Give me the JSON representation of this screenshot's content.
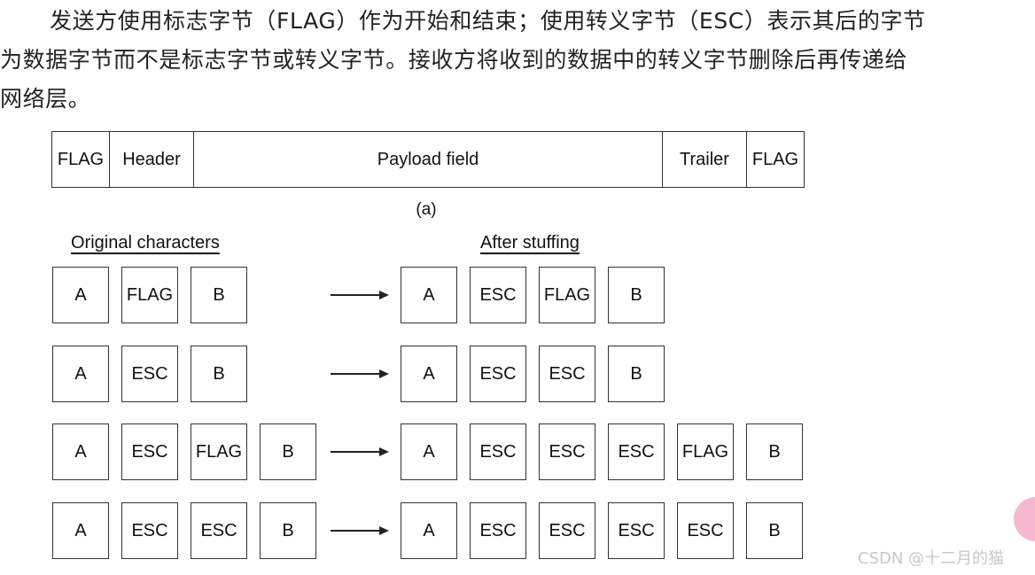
{
  "paragraph": {
    "line1": "发送方使用标志字节（FLAG）作为开始和结束；使用转义字节（ESC）表示其后的字节",
    "line2": "为数据字节而不是标志字节或转义字节。接收方将收到的数据中的转义字节删除后再传递给",
    "line3": "网络层。"
  },
  "frame": {
    "fields": [
      "FLAG",
      "Header",
      "Payload field",
      "Trailer",
      "FLAG"
    ],
    "caption": "(a)"
  },
  "columns": {
    "original": "Original characters",
    "after": "After stuffing"
  },
  "rows": [
    {
      "original": [
        "A",
        "FLAG",
        "B"
      ],
      "stuffed": [
        "A",
        "ESC",
        "FLAG",
        "B"
      ]
    },
    {
      "original": [
        "A",
        "ESC",
        "B"
      ],
      "stuffed": [
        "A",
        "ESC",
        "ESC",
        "B"
      ]
    },
    {
      "original": [
        "A",
        "ESC",
        "FLAG",
        "B"
      ],
      "stuffed": [
        "A",
        "ESC",
        "ESC",
        "ESC",
        "FLAG",
        "B"
      ]
    },
    {
      "original": [
        "A",
        "ESC",
        "ESC",
        "B"
      ],
      "stuffed": [
        "A",
        "ESC",
        "ESC",
        "ESC",
        "ESC",
        "B"
      ]
    }
  ],
  "watermark": "CSDN @十二月的猫"
}
